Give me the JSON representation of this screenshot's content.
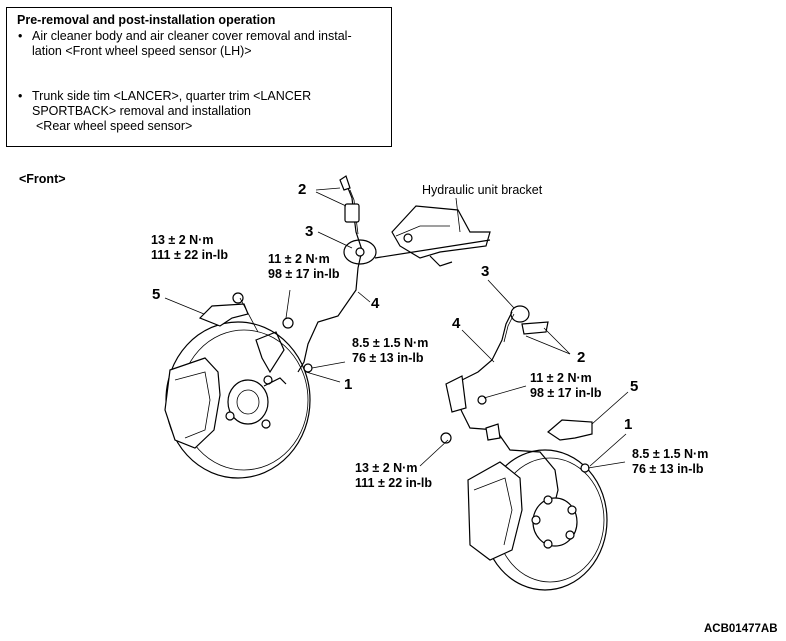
{
  "info_box": {
    "title": "Pre-removal and post-installation operation",
    "items": [
      {
        "text": "Air cleaner body and air cleaner cover removal and instal-",
        "cont": "lation  <Front wheel speed sensor (LH)>"
      },
      {
        "text": "Trunk side tim <LANCER>, quarter trim <LANCER",
        "cont": "SPORTBACK> removal and installation",
        "sub": "<Rear wheel speed sensor>"
      }
    ]
  },
  "front_label": "<Front>",
  "part_label": "Hydraulic unit bracket",
  "callouts": {
    "front": {
      "c1": "1",
      "c2": "2",
      "c3": "3",
      "c4": "4",
      "c5": "5"
    },
    "rear": {
      "c1": "1",
      "c2": "2",
      "c3": "3",
      "c4": "4",
      "c5": "5"
    }
  },
  "torques": {
    "t13_front": {
      "nm": "13 ± 2 N·m",
      "inlb": "111 ± 22 in-lb"
    },
    "t11_front": {
      "nm": "11 ± 2 N·m",
      "inlb": "98 ± 17 in-lb"
    },
    "t85_front": {
      "nm": "8.5 ± 1.5 N·m",
      "inlb": "76 ± 13 in-lb"
    },
    "t11_rear": {
      "nm": "11 ± 2 N·m",
      "inlb": "98 ± 17 in-lb"
    },
    "t13_rear": {
      "nm": "13 ± 2 N·m",
      "inlb": "111 ± 22 in-lb"
    },
    "t85_rear": {
      "nm": "8.5 ± 1.5 N·m",
      "inlb": "76 ± 13 in-lb"
    }
  },
  "figure_code": "ACB01477AB"
}
